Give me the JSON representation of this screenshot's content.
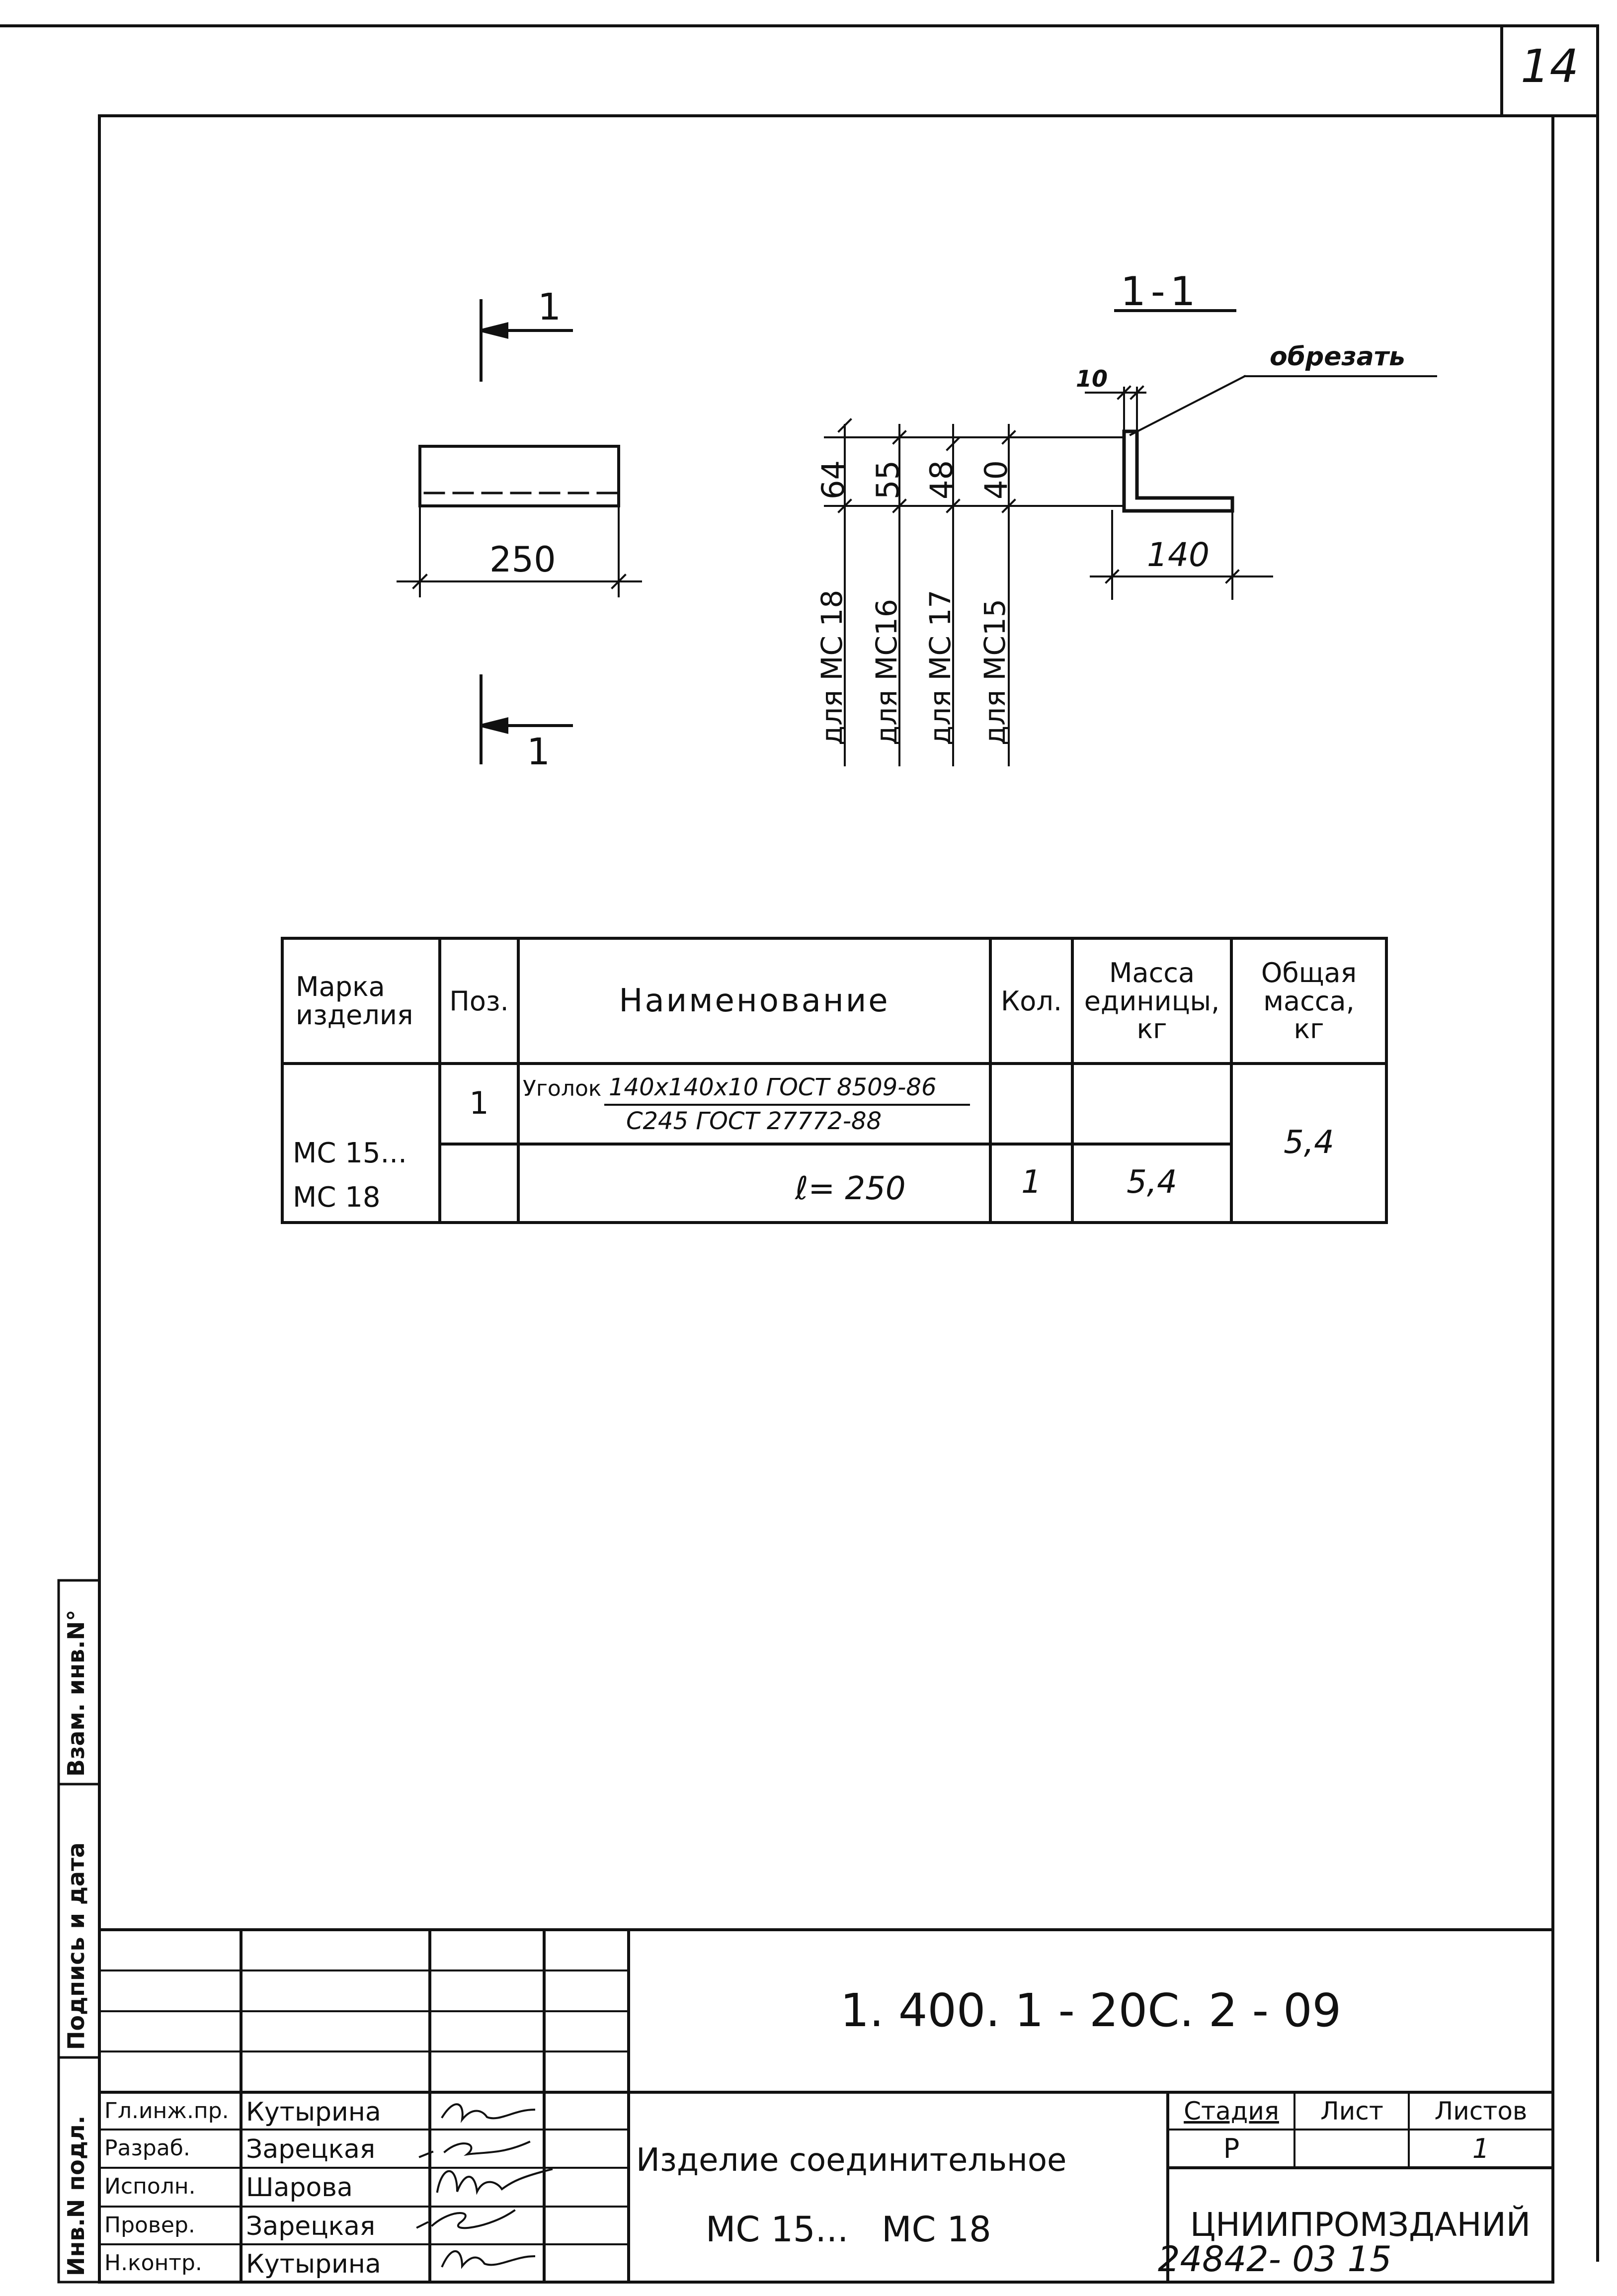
{
  "sheet": {
    "page_number": "14",
    "archive_number": "24842- 03 15"
  },
  "view": {
    "section_mark_top": "1",
    "section_mark_bottom": "1",
    "length_dim": "250"
  },
  "section": {
    "title": "1-1",
    "cut_note": "обрезать",
    "dim_10": "10",
    "dim_140": "140",
    "heights": [
      {
        "value": "64",
        "label": "для  МС 18"
      },
      {
        "value": "55",
        "label": "для  МС16"
      },
      {
        "value": "48",
        "label": "для  МС 17"
      },
      {
        "value": "40",
        "label": "для  МС15"
      }
    ]
  },
  "spec": {
    "headers": {
      "mark": [
        "Марка",
        "изделия"
      ],
      "pos": "Поз.",
      "name": "Наименование",
      "qty": "Кол.",
      "unit_mass": [
        "Масса",
        "единицы,",
        "кг"
      ],
      "total_mass": [
        "Общая",
        "масса,",
        "кг"
      ]
    },
    "row": {
      "mark": [
        "МС 15...",
        "МС 18"
      ],
      "pos": "1",
      "name_prefix": "Уголок",
      "name_top": "140х140х10 ГОСТ 8509-86",
      "name_bottom": "С245 ГОСТ 27772-88",
      "length": "ℓ= 250",
      "qty": "1",
      "unit_mass": "5,4",
      "total_mass": "5,4"
    }
  },
  "side_stamp": {
    "inv_orig": "Инв.N подл.",
    "sign_date": "Подпись и дата",
    "replace_inv": "Взам. инв.N°"
  },
  "title_block": {
    "doc_code": "1. 400. 1 - 20С. 2 - 09",
    "roles": [
      "Гл.инж.пр.",
      "Разраб.",
      "Исполн.",
      "Провер.",
      "Н.контр."
    ],
    "names": [
      "Кутырина",
      "Зарецкая",
      "Шарова",
      "Зарецкая",
      "Кутырина"
    ],
    "product_line1": "Изделие соединительное",
    "product_line2": "МС 15...   МС 18",
    "stage_label": "Стадия",
    "sheet_label": "Лист",
    "sheets_label": "Листов",
    "stage_value": "Р",
    "sheet_value": "",
    "sheets_value": "1",
    "org": "ЦНИИПРОМЗДАНИЙ"
  }
}
